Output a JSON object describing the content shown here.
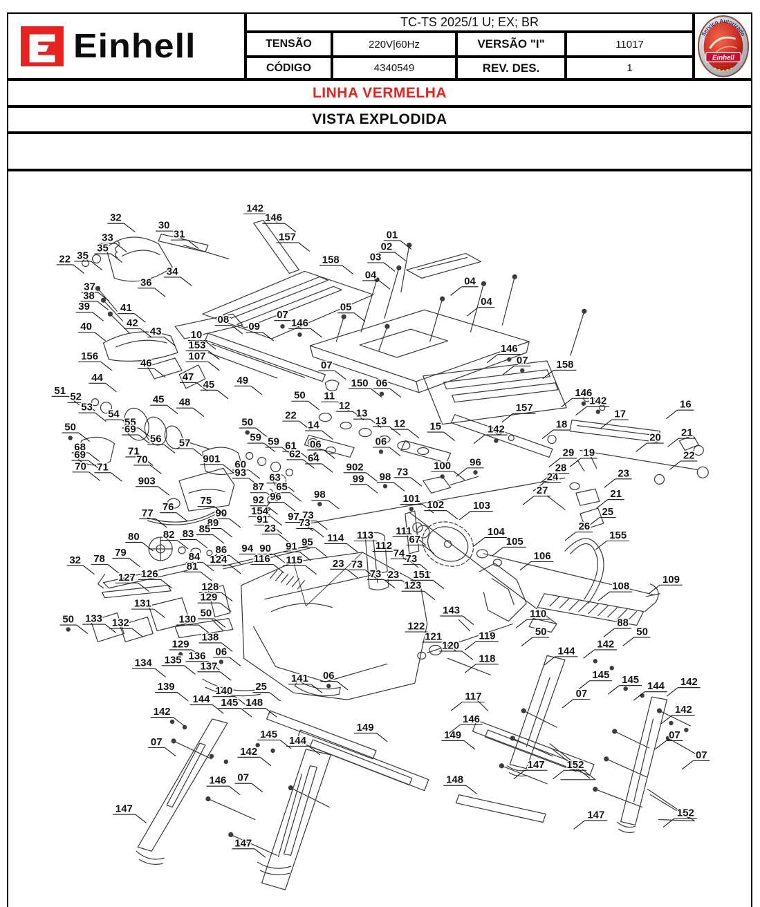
{
  "header": {
    "brand_wordmark": "Einhell",
    "model_title": "TC-TS 2025/1 U; EX; BR",
    "spec_rows": [
      {
        "label": "TENSÃO",
        "value": "220V|60Hz",
        "label2": "VERSÃO \"I\"",
        "value2": "11017"
      },
      {
        "label": "CÓDIGO",
        "value": "4340549",
        "label2": "REV. DES.",
        "value2": "1"
      }
    ],
    "badge": {
      "arc_text": "Serviço Autorizado",
      "center_text": "Einhell"
    },
    "colors": {
      "brand_red": "#e52421",
      "ink": "#111111"
    }
  },
  "banners": {
    "line_banner": "LINHA VERMELHA",
    "view_banner": "VISTA EXPLODIDA"
  },
  "diagram": {
    "labels": [
      [
        "32",
        166,
        312
      ],
      [
        "30",
        236,
        323
      ],
      [
        "31",
        258,
        336
      ],
      [
        "33",
        154,
        341
      ],
      [
        "35",
        147,
        356
      ],
      [
        "35",
        118,
        367
      ],
      [
        "22",
        92,
        372
      ],
      [
        "34",
        248,
        390
      ],
      [
        "36",
        210,
        406
      ],
      [
        "37",
        128,
        412
      ],
      [
        "38",
        127,
        425
      ],
      [
        "39",
        120,
        441
      ],
      [
        "41",
        181,
        443
      ],
      [
        "42",
        190,
        465
      ],
      [
        "40",
        123,
        470
      ],
      [
        "43",
        224,
        477
      ],
      [
        "156",
        128,
        513
      ],
      [
        "46",
        210,
        523
      ],
      [
        "142",
        368,
        298
      ],
      [
        "146",
        395,
        312
      ],
      [
        "157",
        415,
        340
      ],
      [
        "158",
        478,
        373
      ],
      [
        "01",
        567,
        337
      ],
      [
        "02",
        559,
        354
      ],
      [
        "03",
        543,
        369
      ],
      [
        "04",
        536,
        395
      ],
      [
        "04",
        680,
        404
      ],
      [
        "04",
        704,
        434
      ],
      [
        "05",
        500,
        442
      ],
      [
        "07",
        408,
        453
      ],
      [
        "08",
        322,
        460
      ],
      [
        "146",
        433,
        465
      ],
      [
        "09",
        367,
        470
      ],
      [
        "10",
        283,
        482
      ],
      [
        "153",
        284,
        497
      ],
      [
        "107",
        284,
        513
      ],
      [
        "146",
        737,
        502
      ],
      [
        "07",
        756,
        519
      ],
      [
        "158",
        818,
        525
      ],
      [
        "146",
        845,
        566
      ],
      [
        "142",
        866,
        578
      ],
      [
        "157",
        759,
        588
      ],
      [
        "142",
        718,
        619
      ],
      [
        "16",
        993,
        583
      ],
      [
        "17",
        898,
        597
      ],
      [
        "18",
        813,
        612
      ],
      [
        "21",
        995,
        624
      ],
      [
        "20",
        949,
        631
      ],
      [
        "29",
        823,
        653
      ],
      [
        "19",
        853,
        653
      ],
      [
        "22",
        998,
        657
      ],
      [
        "28",
        812,
        675
      ],
      [
        "23",
        903,
        683
      ],
      [
        "24",
        800,
        688
      ],
      [
        "27",
        785,
        708
      ],
      [
        "21",
        892,
        713
      ],
      [
        "25",
        880,
        739
      ],
      [
        "26",
        846,
        760
      ],
      [
        "155",
        895,
        773
      ],
      [
        "44",
        139,
        544
      ],
      [
        "47",
        271,
        543
      ],
      [
        "45",
        301,
        554
      ],
      [
        "49",
        350,
        548
      ],
      [
        "51",
        85,
        563
      ],
      [
        "52",
        108,
        572
      ],
      [
        "45",
        228,
        576
      ],
      [
        "48",
        266,
        580
      ],
      [
        "53",
        124,
        587
      ],
      [
        "54",
        163,
        597
      ],
      [
        "55",
        187,
        609
      ],
      [
        "69",
        187,
        619
      ],
      [
        "50",
        100,
        616
      ],
      [
        "68",
        114,
        645
      ],
      [
        "69",
        114,
        656
      ],
      [
        "70",
        115,
        673
      ],
      [
        "71",
        147,
        674
      ],
      [
        "71",
        192,
        651
      ],
      [
        "70",
        204,
        663
      ],
      [
        "56",
        224,
        633
      ],
      [
        "57",
        266,
        639
      ],
      [
        "50",
        357,
        609
      ],
      [
        "50",
        433,
        570
      ],
      [
        "22",
        420,
        599
      ],
      [
        "59",
        369,
        631
      ],
      [
        "901",
        305,
        662
      ],
      [
        "60",
        347,
        670
      ],
      [
        "93",
        347,
        682
      ],
      [
        "87",
        373,
        703
      ],
      [
        "92",
        373,
        722
      ],
      [
        "154",
        375,
        738
      ],
      [
        "91",
        379,
        750
      ],
      [
        "90",
        319,
        741
      ],
      [
        "89",
        307,
        755
      ],
      [
        "85",
        295,
        764
      ],
      [
        "903",
        211,
        694
      ],
      [
        "75",
        297,
        723
      ],
      [
        "76",
        242,
        732
      ],
      [
        "77",
        212,
        741
      ],
      [
        "80",
        192,
        775
      ],
      [
        "82",
        243,
        772
      ],
      [
        "83",
        271,
        771
      ],
      [
        "07",
        472,
        526
      ],
      [
        "150",
        520,
        552
      ],
      [
        "06",
        552,
        552
      ],
      [
        "11",
        476,
        571
      ],
      [
        "12",
        498,
        585
      ],
      [
        "13",
        523,
        596
      ],
      [
        "13",
        551,
        607
      ],
      [
        "12",
        578,
        611
      ],
      [
        "15",
        630,
        615
      ],
      [
        "14",
        453,
        613
      ],
      [
        "06",
        456,
        641
      ],
      [
        "06",
        551,
        637
      ],
      [
        "59",
        395,
        637
      ],
      [
        "61",
        420,
        643
      ],
      [
        "62",
        426,
        655
      ],
      [
        "64",
        453,
        661
      ],
      [
        "63",
        397,
        689
      ],
      [
        "65",
        407,
        703
      ],
      [
        "96",
        398,
        717
      ],
      [
        "98",
        462,
        714
      ],
      [
        "97",
        424,
        746
      ],
      [
        "73",
        445,
        744
      ],
      [
        "73",
        440,
        755
      ],
      [
        "23",
        390,
        763
      ],
      [
        "902",
        513,
        674
      ],
      [
        "99",
        518,
        691
      ],
      [
        "98",
        557,
        688
      ],
      [
        "73",
        582,
        681
      ],
      [
        "100",
        640,
        672
      ],
      [
        "96",
        688,
        667
      ],
      [
        "101",
        595,
        720
      ],
      [
        "102",
        630,
        729
      ],
      [
        "103",
        697,
        730
      ],
      [
        "104",
        718,
        768
      ],
      [
        "105",
        745,
        782
      ],
      [
        "106",
        785,
        803
      ],
      [
        "94",
        357,
        792
      ],
      [
        "90",
        383,
        792
      ],
      [
        "91",
        421,
        789
      ],
      [
        "95",
        444,
        783
      ],
      [
        "114",
        485,
        777
      ],
      [
        "113",
        528,
        773
      ],
      [
        "112",
        555,
        788
      ],
      [
        "111",
        584,
        767
      ],
      [
        "67",
        600,
        779
      ],
      [
        "74",
        577,
        799
      ],
      [
        "73",
        595,
        807
      ],
      [
        "23",
        489,
        814
      ],
      [
        "73",
        516,
        815
      ],
      [
        "73",
        543,
        829
      ],
      [
        "23",
        569,
        830
      ],
      [
        "151",
        610,
        830
      ],
      [
        "116",
        378,
        807
      ],
      [
        "115",
        425,
        809
      ],
      [
        "123",
        597,
        846
      ],
      [
        "143",
        653,
        882
      ],
      [
        "122",
        602,
        905
      ],
      [
        "121",
        627,
        920
      ],
      [
        "120",
        652,
        933
      ],
      [
        "119",
        705,
        919
      ],
      [
        "118",
        705,
        952
      ],
      [
        "117",
        685,
        1007
      ],
      [
        "141",
        433,
        981
      ],
      [
        "06",
        475,
        977
      ],
      [
        "25",
        377,
        993
      ],
      [
        "86",
        319,
        794
      ],
      [
        "84",
        280,
        804
      ],
      [
        "81",
        277,
        818
      ],
      [
        "124",
        315,
        808
      ],
      [
        "79",
        173,
        798
      ],
      [
        "32",
        107,
        809
      ],
      [
        "78",
        142,
        807
      ],
      [
        "127",
        182,
        834
      ],
      [
        "126",
        215,
        829
      ],
      [
        "128",
        303,
        848
      ],
      [
        "129",
        301,
        863
      ],
      [
        "131",
        205,
        872
      ],
      [
        "50",
        97,
        895
      ],
      [
        "133",
        134,
        894
      ],
      [
        "132",
        173,
        900
      ],
      [
        "130",
        270,
        895
      ],
      [
        "50",
        297,
        886
      ],
      [
        "138",
        303,
        921
      ],
      [
        "129",
        260,
        931
      ],
      [
        "06",
        319,
        942
      ],
      [
        "134",
        206,
        958
      ],
      [
        "135",
        249,
        954
      ],
      [
        "136",
        284,
        948
      ],
      [
        "137",
        301,
        963
      ],
      [
        "139",
        239,
        993
      ],
      [
        "140",
        323,
        999
      ],
      [
        "144",
        290,
        1011
      ],
      [
        "145",
        331,
        1016
      ],
      [
        "148",
        367,
        1016
      ],
      [
        "142",
        233,
        1029
      ],
      [
        "108",
        899,
        847
      ],
      [
        "109",
        972,
        837
      ],
      [
        "110",
        779,
        887
      ],
      [
        "50",
        783,
        913
      ],
      [
        "88",
        902,
        900
      ],
      [
        "50",
        930,
        913
      ],
      [
        "144",
        820,
        941
      ],
      [
        "142",
        877,
        931
      ],
      [
        "145",
        870,
        976
      ],
      [
        "07",
        842,
        1003
      ],
      [
        "145",
        913,
        983
      ],
      [
        "144",
        950,
        992
      ],
      [
        "142",
        998,
        986
      ],
      [
        "142",
        990,
        1026
      ],
      [
        "07",
        225,
        1073
      ],
      [
        "146",
        314,
        1129
      ],
      [
        "07",
        351,
        1125
      ],
      [
        "147",
        178,
        1170
      ],
      [
        "145",
        388,
        1062
      ],
      [
        "142",
        359,
        1087
      ],
      [
        "144",
        430,
        1071
      ],
      [
        "147",
        351,
        1220
      ],
      [
        "149",
        528,
        1052
      ],
      [
        "149",
        655,
        1063
      ],
      [
        "146",
        682,
        1040
      ],
      [
        "148",
        658,
        1128
      ],
      [
        "07",
        977,
        1063
      ],
      [
        "07",
        1016,
        1092
      ],
      [
        "147",
        776,
        1106
      ],
      [
        "152",
        833,
        1106
      ],
      [
        "147",
        863,
        1179
      ],
      [
        "152",
        993,
        1176
      ]
    ]
  }
}
